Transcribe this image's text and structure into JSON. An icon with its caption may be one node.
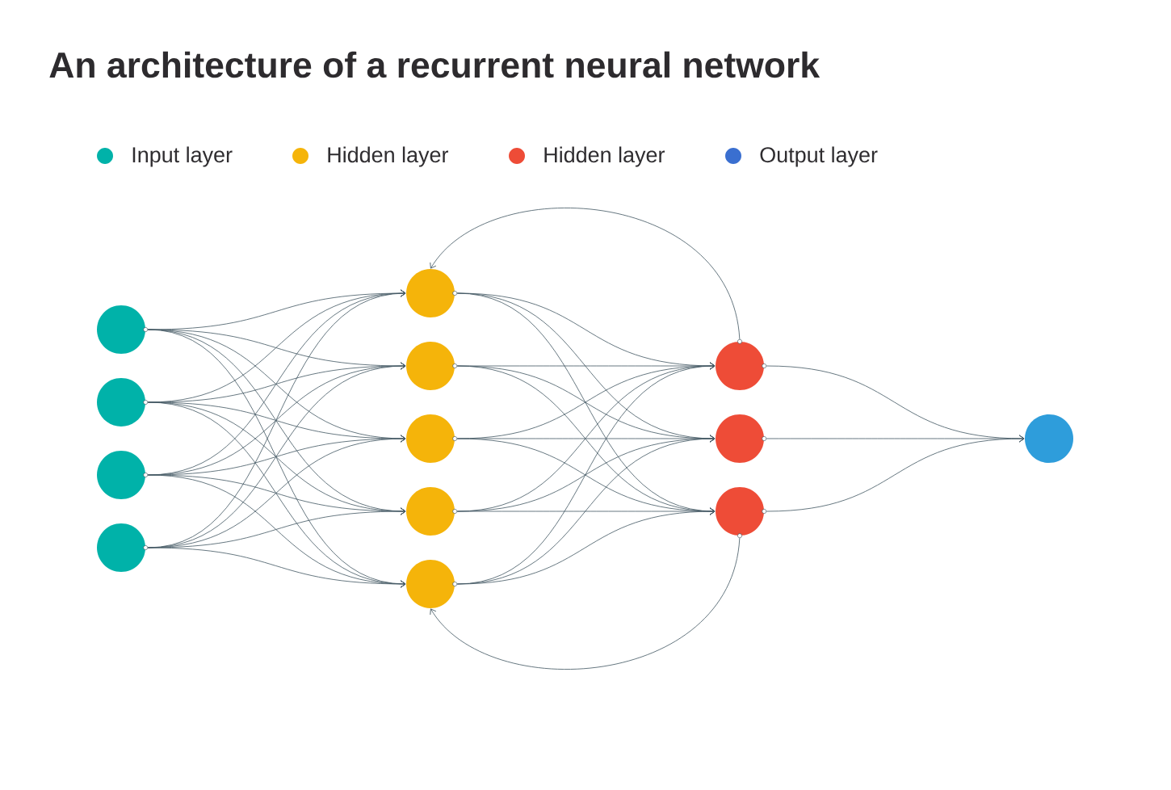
{
  "diagram": {
    "title": "An architecture of a recurrent neural network",
    "nodes": [
      {
        "text": [],
        "shape": "circle"
      },
      {
        "text": [],
        "shape": "circle"
      },
      {
        "text": [],
        "shape": "circle"
      },
      {
        "text": [],
        "shape": "circle"
      },
      {
        "text": [],
        "shape": "circle"
      },
      {
        "text": [],
        "shape": "circle"
      },
      {
        "text": [],
        "shape": "circle"
      },
      {
        "text": [],
        "shape": "circle"
      },
      {
        "text": [],
        "shape": "circle"
      },
      {
        "text": [],
        "shape": "circle"
      },
      {
        "text": [],
        "shape": "circle"
      },
      {
        "text": [],
        "shape": "circle"
      },
      {
        "text": [],
        "shape": "circle"
      }
    ],
    "edges": [
      {
        "from": 0,
        "to": 4,
        "arrow": "to"
      },
      {
        "from": 0,
        "to": 5,
        "arrow": "to"
      },
      {
        "from": 0,
        "to": 6,
        "arrow": "to"
      },
      {
        "from": 0,
        "to": 7,
        "arrow": "to"
      },
      {
        "from": 0,
        "to": 8,
        "arrow": "to"
      },
      {
        "from": 1,
        "to": 4,
        "arrow": "to"
      },
      {
        "from": 1,
        "to": 5,
        "arrow": "to"
      },
      {
        "from": 1,
        "to": 6,
        "arrow": "to"
      },
      {
        "from": 1,
        "to": 7,
        "arrow": "to"
      },
      {
        "from": 1,
        "to": 8,
        "arrow": "to"
      },
      {
        "from": 2,
        "to": 4,
        "arrow": "to"
      },
      {
        "from": 2,
        "to": 5,
        "arrow": "to"
      },
      {
        "from": 2,
        "to": 6,
        "arrow": "to"
      },
      {
        "from": 2,
        "to": 7,
        "arrow": "to"
      },
      {
        "from": 2,
        "to": 8,
        "arrow": "to"
      },
      {
        "from": 3,
        "to": 4,
        "arrow": "to"
      },
      {
        "from": 3,
        "to": 5,
        "arrow": "to"
      },
      {
        "from": 3,
        "to": 6,
        "arrow": "to"
      },
      {
        "from": 3,
        "to": 7,
        "arrow": "to"
      },
      {
        "from": 3,
        "to": 8,
        "arrow": "to"
      },
      {
        "from": 4,
        "to": 9,
        "arrow": "to"
      },
      {
        "from": 4,
        "to": 10,
        "arrow": "to"
      },
      {
        "from": 4,
        "to": 11,
        "arrow": "to"
      },
      {
        "from": 5,
        "to": 9,
        "arrow": "to"
      },
      {
        "from": 5,
        "to": 10,
        "arrow": "to"
      },
      {
        "from": 5,
        "to": 11,
        "arrow": "to"
      },
      {
        "from": 6,
        "to": 9,
        "arrow": "to"
      },
      {
        "from": 6,
        "to": 10,
        "arrow": "to"
      },
      {
        "from": 6,
        "to": 11,
        "arrow": "to"
      },
      {
        "from": 7,
        "to": 9,
        "arrow": "to"
      },
      {
        "from": 7,
        "to": 10,
        "arrow": "to"
      },
      {
        "from": 7,
        "to": 11,
        "arrow": "to"
      },
      {
        "from": 8,
        "to": 9,
        "arrow": "to"
      },
      {
        "from": 8,
        "to": 10,
        "arrow": "to"
      },
      {
        "from": 8,
        "to": 11,
        "arrow": "to"
      },
      {
        "from": 9,
        "to": 12,
        "arrow": "to"
      },
      {
        "from": 10,
        "to": 12,
        "arrow": "to"
      },
      {
        "from": 11,
        "to": 12,
        "arrow": "to"
      },
      {
        "from": 9,
        "to": 4,
        "arrow": "to"
      },
      {
        "from": 11,
        "to": 8,
        "arrow": "to"
      }
    ],
    "legend": [
      {
        "text": "Input layer",
        "color": "#00b2a9"
      },
      {
        "text": "Hidden layer",
        "color": "#f5b40a"
      },
      {
        "text": "Hidden layer",
        "color": "#ee4c37"
      },
      {
        "text": "Output layer",
        "color": "#3a6fd0"
      }
    ]
  }
}
